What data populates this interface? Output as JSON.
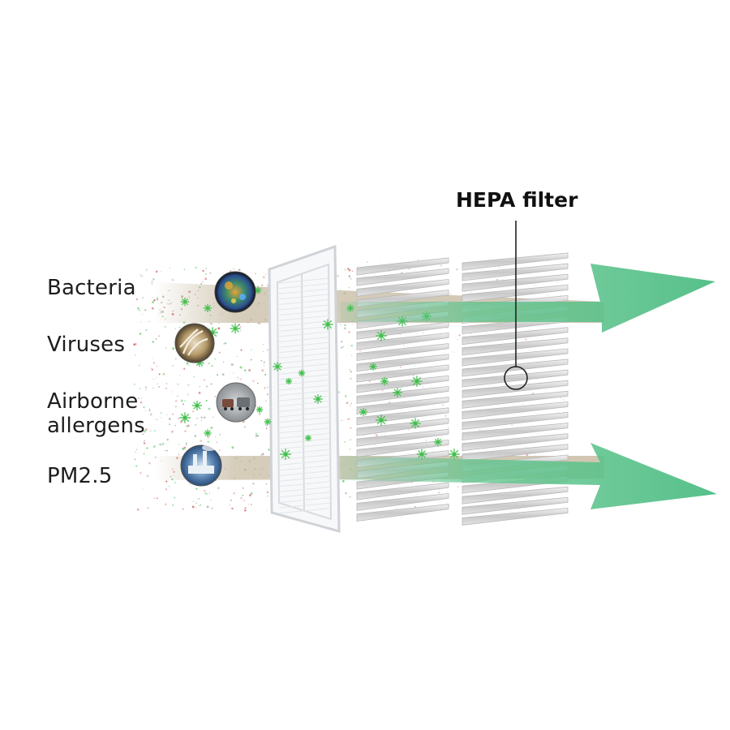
{
  "diagram": {
    "pollutants": [
      {
        "id": "bacteria",
        "label": "Bacteria",
        "icon": "bacteria-icon",
        "icon_color": "#3d8c6a"
      },
      {
        "id": "viruses",
        "label": "Viruses",
        "icon": "virus-icon",
        "icon_color": "#b59a6a"
      },
      {
        "id": "allergens",
        "label_lines": [
          "Airborne",
          "allergens"
        ],
        "icon": "car-exhaust-icon",
        "icon_color": "#8a8f93"
      },
      {
        "id": "pm25",
        "label": "PM2.5",
        "icon": "smokestack-icon",
        "icon_color": "#5c86b4"
      }
    ],
    "stages": [
      {
        "id": "pre-filter",
        "icon": "pre-filter-frame"
      },
      {
        "id": "middle-filter",
        "icon": "pleated-filter"
      },
      {
        "id": "hepa-filter",
        "icon": "pleated-filter"
      }
    ],
    "callout": {
      "label": "HEPA filter"
    },
    "colors": {
      "airflow_band": "#c8bca4",
      "clean_air_arrow": "#5ec48a",
      "particle_green": "#3fbf4a",
      "particle_red": "#c94a4a",
      "frame": "#d7dbe0"
    }
  }
}
